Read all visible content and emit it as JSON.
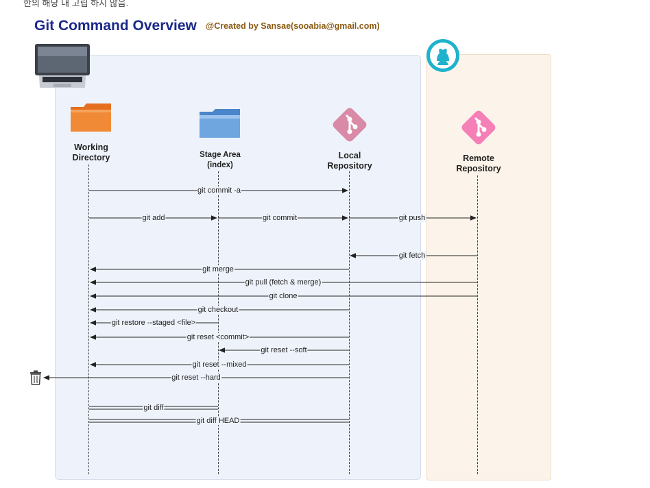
{
  "header": {
    "top_text": "한의 해당 내 고립 하지 않음.",
    "title": "Git Command Overview",
    "subtitle": "@Created by Sansae(sooabia@gmail.com)"
  },
  "columns": [
    {
      "id": "working",
      "line1": "Working",
      "line2": "Directory",
      "icon": "folder-orange-icon"
    },
    {
      "id": "stage",
      "line1": "Stage Area",
      "line2": "(index)",
      "icon": "folder-blue-icon"
    },
    {
      "id": "local",
      "line1": "Local",
      "line2": "Repository",
      "icon": "git-logo-icon"
    },
    {
      "id": "remote",
      "line1": "Remote",
      "line2": "Repository",
      "icon": "git-logo-icon"
    }
  ],
  "commands": [
    {
      "label": "git commit -a",
      "from": "working",
      "to": "local",
      "style": "single"
    },
    {
      "label": "git add",
      "from": "working",
      "to": "stage",
      "style": "single"
    },
    {
      "label": "git commit",
      "from": "stage",
      "to": "local",
      "style": "single"
    },
    {
      "label": "git push",
      "from": "local",
      "to": "remote",
      "style": "single"
    },
    {
      "label": "git fetch",
      "from": "remote",
      "to": "local",
      "style": "single"
    },
    {
      "label": "git merge",
      "from": "local",
      "to": "working",
      "style": "single"
    },
    {
      "label": "git pull (fetch & merge)",
      "from": "remote",
      "to": "working",
      "style": "single"
    },
    {
      "label": "git clone",
      "from": "remote",
      "to": "working",
      "style": "single"
    },
    {
      "label": "git checkout",
      "from": "local",
      "to": "working",
      "style": "single"
    },
    {
      "label": "git restore --staged <file>",
      "from": "stage",
      "to": "working",
      "style": "single"
    },
    {
      "label": "git reset <commit>",
      "from": "local",
      "to": "working",
      "style": "single"
    },
    {
      "label": "git reset --soft",
      "from": "local",
      "to": "stage",
      "style": "single"
    },
    {
      "label": "git reset --mixed",
      "from": "local",
      "to": "working",
      "style": "single"
    },
    {
      "label": "git reset --hard",
      "from": "local",
      "to": "trash",
      "style": "single"
    },
    {
      "label": "git diff",
      "from": "working",
      "to": "stage",
      "style": "double"
    },
    {
      "label": "git diff HEAD",
      "from": "working",
      "to": "local",
      "style": "double"
    }
  ],
  "colors": {
    "title": "#1b2a8a",
    "subtitle": "#8a5a12",
    "git_logo_local": "#d98aa6",
    "git_logo_remote": "#f57fb7",
    "github_circle": "#1fb2cc"
  }
}
